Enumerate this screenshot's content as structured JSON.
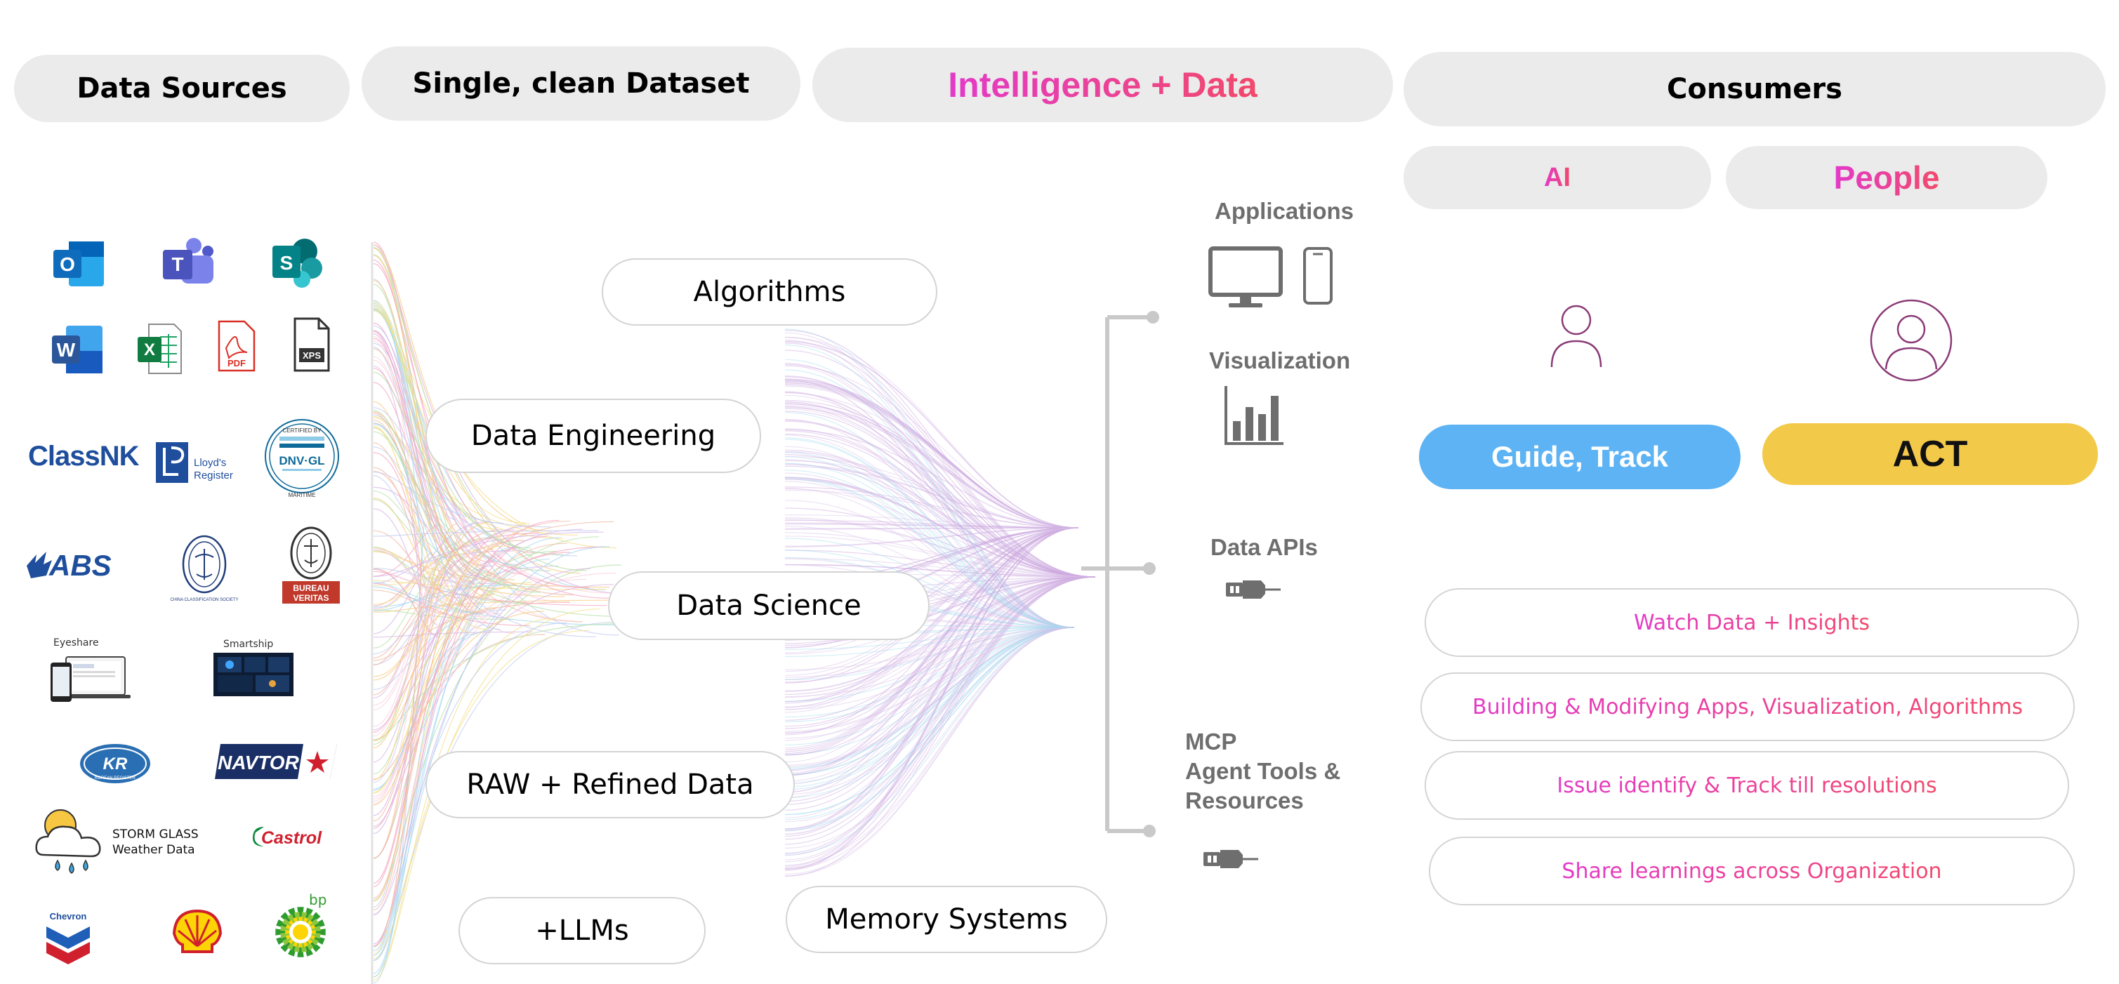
{
  "headers": {
    "data_sources": "Data Sources",
    "dataset": "Single, clean Dataset",
    "intel_part1": "Intelligence",
    "intel_plus": " + ",
    "intel_part2": "Data",
    "consumers": "Consumers"
  },
  "consumer_types": {
    "ai": "AI",
    "people": "People"
  },
  "actions": {
    "guide_track": "Guide, Track",
    "act": "ACT"
  },
  "nodes": {
    "algorithms": "Algorithms",
    "data_engineering": "Data Engineering",
    "data_science": "Data Science",
    "raw_refined": "RAW + Refined Data",
    "llms": "+LLMs",
    "memory": "Memory Systems"
  },
  "outputs": {
    "applications": "Applications",
    "visualization": "Visualization",
    "data_apis": "Data APIs",
    "mcp_line1": "MCP",
    "mcp_line2": "Agent Tools &",
    "mcp_line3": "Resources"
  },
  "activities": [
    "Watch Data + Insights",
    "Building & Modifying Apps, Visualization, Algorithms",
    "Issue identify & Track till resolutions",
    "Share learnings across Organization"
  ],
  "sources": {
    "outlook_letter": "O",
    "teams_letter": "T",
    "sharepoint_letter": "S",
    "word_letter": "W",
    "excel_letter": "X",
    "pdf_label": "PDF",
    "xps_label": "XPS",
    "classnk": "ClassNK",
    "lloyds_line1": "Lloyd's",
    "lloyds_line2": "Register",
    "dnv_top": "CERTIFIED BY",
    "dnv_name": "DNV·GL",
    "dnv_bottom": "MARITIME",
    "abs": "ABS",
    "china_class": "CHINA CLASSIFICATION SOCIETY",
    "bv_line1": "BUREAU",
    "bv_line2": "VERITAS",
    "eyeshare": "Eyeshare",
    "smartship": "Smartship",
    "kr": "KR",
    "kr_sub": "KOREAN REGISTER",
    "navtor": "NAVTOR",
    "stormglass_line1": "STORM GLASS",
    "stormglass_line2": "Weather Data",
    "castrol": "Castrol",
    "chevron": "Chevron",
    "bp": "bp"
  },
  "colors": {
    "header_bg": "#ebebeb",
    "gradient_start": "#e33ac8",
    "gradient_end": "#f2496b",
    "guide_blue": "#5db3f3",
    "act_yellow": "#f3c94a",
    "flow_purple": "#c9a3dd",
    "flow_cyan": "#9fdcef",
    "icon_gray": "#6e6e6e",
    "person_purple": "#8b3b78"
  }
}
